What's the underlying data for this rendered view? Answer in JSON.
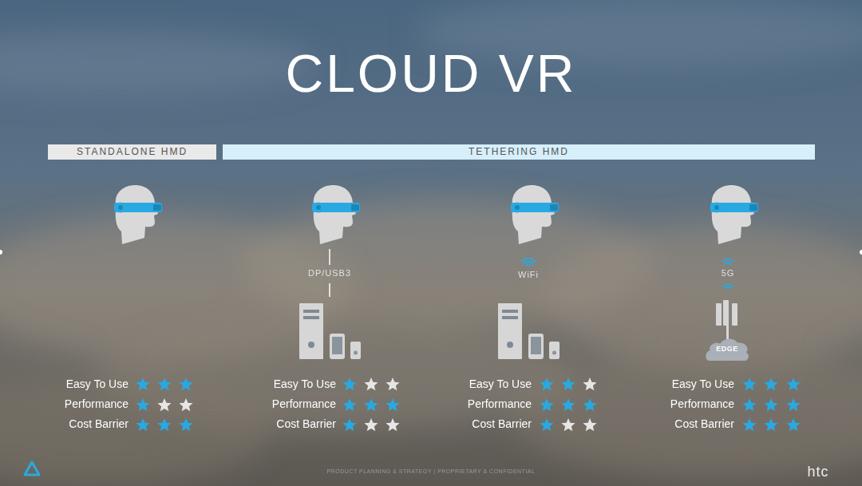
{
  "diagram": {
    "title": "CLOUD VR",
    "nodes": [
      {
        "text": [
          "STANDALONE HMD"
        ]
      },
      {
        "text": [
          "TETHERING HMD"
        ]
      },
      {
        "text": [
          "EDGE"
        ]
      }
    ],
    "labels": [
      "DP/USB3",
      "WiFi",
      "5G",
      "Easy To Use",
      "Performance",
      "Cost Barrier",
      "Easy To Use",
      "Performance",
      "Cost Barrier",
      "Easy To Use",
      "Performance",
      "Cost Barrier",
      "Easy To Use",
      "Performance",
      "Cost Barrier",
      "PRODUCT PLANNING & STRATEGY | PROPRIETARY & CONFIDENTIAL",
      "htc"
    ]
  }
}
